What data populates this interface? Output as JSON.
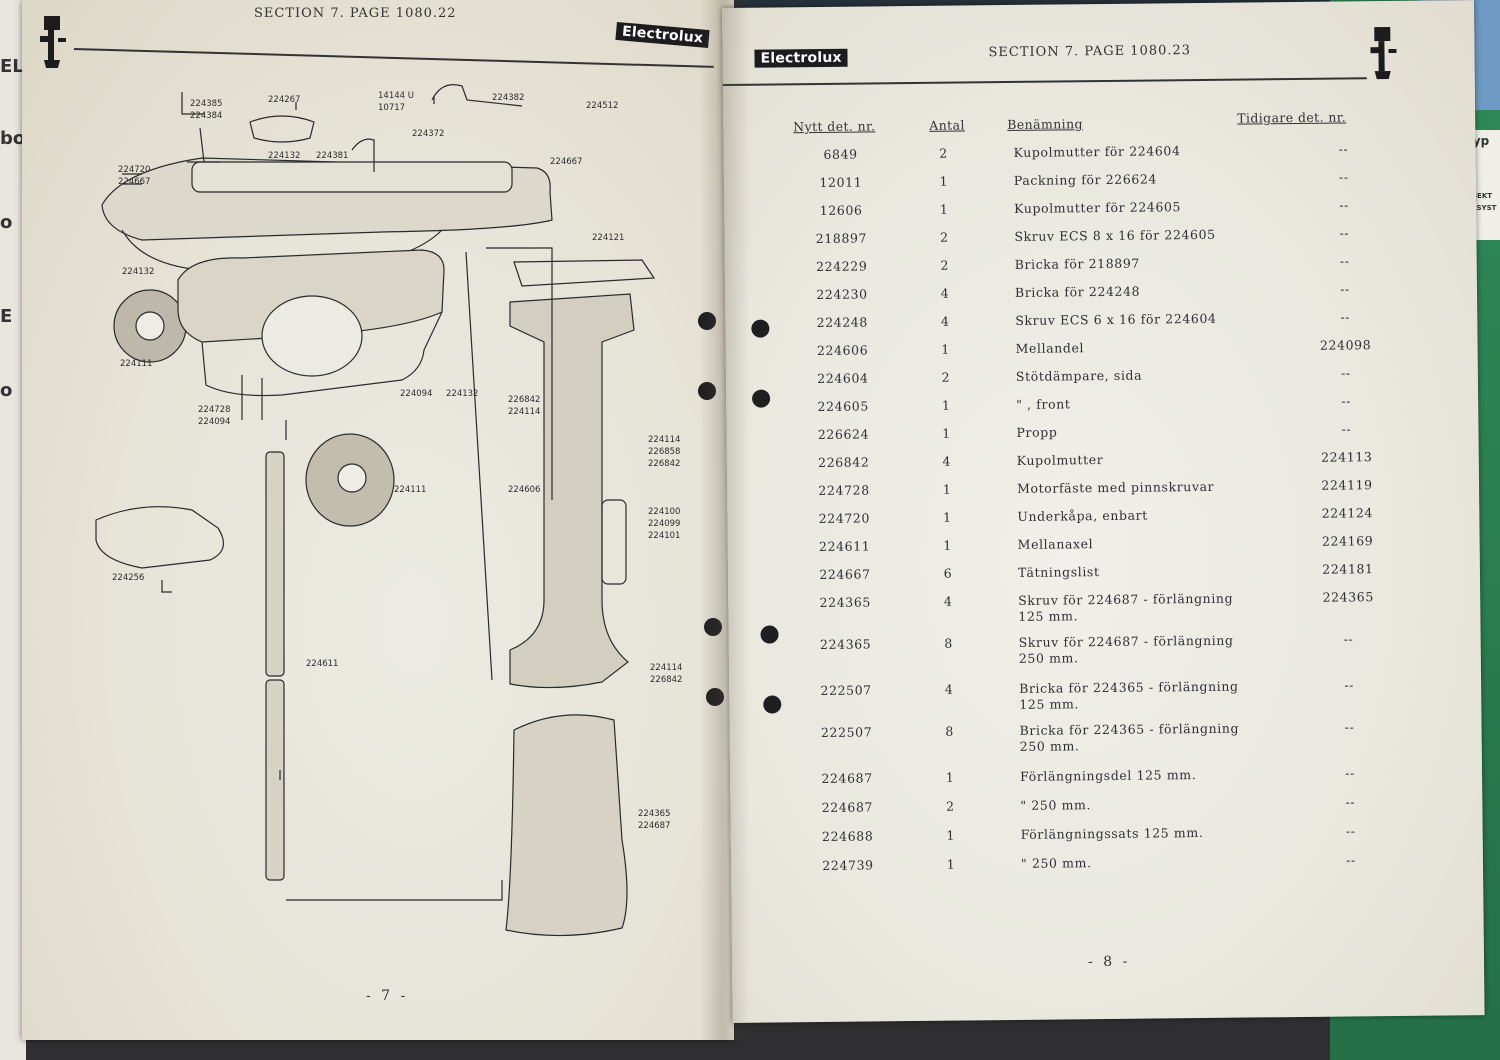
{
  "background": {
    "side_tab_text": [
      "Typ K",
      "SEKT",
      "LSYST"
    ],
    "left_strip_letters": [
      "EL",
      "bo",
      "o",
      "E",
      "o"
    ]
  },
  "left_page": {
    "header": "SECTION 7.   PAGE 1080.22",
    "brand": "Electrolux",
    "page_number": "- 7 -",
    "callouts": [
      "224385",
      "224384",
      "224267",
      "14144 U",
      "10717",
      "224382",
      "224512",
      "224372",
      "224132",
      "224381",
      "224667",
      "224720",
      "224667",
      "224121",
      "224132",
      "224111",
      "224728",
      "224094",
      "224094",
      "224132",
      "226842",
      "224114",
      "224114",
      "226858",
      "226842",
      "224111",
      "224606",
      "224100",
      "224099",
      "224101",
      "224256",
      "224611",
      "224114",
      "226842",
      "224365",
      "224687"
    ]
  },
  "right_page": {
    "header": "SECTION 7.   PAGE 1080.23",
    "brand": "Electrolux",
    "page_number": "- 8 -",
    "columns": {
      "part_no": "Nytt det. nr.",
      "qty": "Antal",
      "name": "Benämning",
      "previous": "Tidigare det. nr."
    },
    "rows": [
      {
        "part_no": "6849",
        "qty": "2",
        "name": "Kupolmutter för 224604",
        "previous": "--"
      },
      {
        "part_no": "12011",
        "qty": "1",
        "name": "Packning för 226624",
        "previous": "--"
      },
      {
        "part_no": "12606",
        "qty": "1",
        "name": "Kupolmutter för 224605",
        "previous": "--"
      },
      {
        "part_no": "218897",
        "qty": "2",
        "name": "Skruv ECS 8 x 16 för 224605",
        "previous": "--"
      },
      {
        "part_no": "224229",
        "qty": "2",
        "name": "Bricka för 218897",
        "previous": "--"
      },
      {
        "part_no": "224230",
        "qty": "4",
        "name": "Bricka för 224248",
        "previous": "--"
      },
      {
        "part_no": "224248",
        "qty": "4",
        "name": "Skruv ECS 6 x 16 för 224604",
        "previous": "--"
      },
      {
        "part_no": "224606",
        "qty": "1",
        "name": "Mellandel",
        "previous": "224098"
      },
      {
        "part_no": "224604",
        "qty": "2",
        "name": "Stötdämpare, sida",
        "previous": "--"
      },
      {
        "part_no": "224605",
        "qty": "1",
        "name": "\"       , front",
        "previous": "--"
      },
      {
        "part_no": "226624",
        "qty": "1",
        "name": "Propp",
        "previous": "--"
      },
      {
        "part_no": "226842",
        "qty": "4",
        "name": "Kupolmutter",
        "previous": "224113"
      },
      {
        "part_no": "224728",
        "qty": "1",
        "name": "Motorfäste med pinnskruvar",
        "previous": "224119"
      },
      {
        "part_no": "224720",
        "qty": "1",
        "name": "Underkåpa, enbart",
        "previous": "224124"
      },
      {
        "part_no": "224611",
        "qty": "1",
        "name": "Mellanaxel",
        "previous": "224169"
      },
      {
        "part_no": "224667",
        "qty": "6",
        "name": "Tätningslist",
        "previous": "224181"
      },
      {
        "part_no": "224365",
        "qty": "4",
        "name": "Skruv för 224687 - förlängning\n125 mm.",
        "previous": "224365"
      },
      {
        "part_no": "224365",
        "qty": "8",
        "name": "Skruv för 224687 - förlängning\n250 mm.",
        "previous": "--"
      },
      {
        "part_no": "222507",
        "qty": "4",
        "name": "Bricka för 224365 - förlängning\n125 mm.",
        "previous": "--"
      },
      {
        "part_no": "222507",
        "qty": "8",
        "name": "Bricka för 224365 - förlängning\n250 mm.",
        "previous": "--"
      },
      {
        "part_no": "224687",
        "qty": "1",
        "name": "Förlängningsdel 125 mm.",
        "previous": "--"
      },
      {
        "part_no": "224687",
        "qty": "2",
        "name": "\"          250 mm.",
        "previous": "--"
      },
      {
        "part_no": "224688",
        "qty": "1",
        "name": "Förlängningssats 125 mm.",
        "previous": "--"
      },
      {
        "part_no": "224739",
        "qty": "1",
        "name": "\"          250 mm.",
        "previous": "--"
      }
    ]
  }
}
